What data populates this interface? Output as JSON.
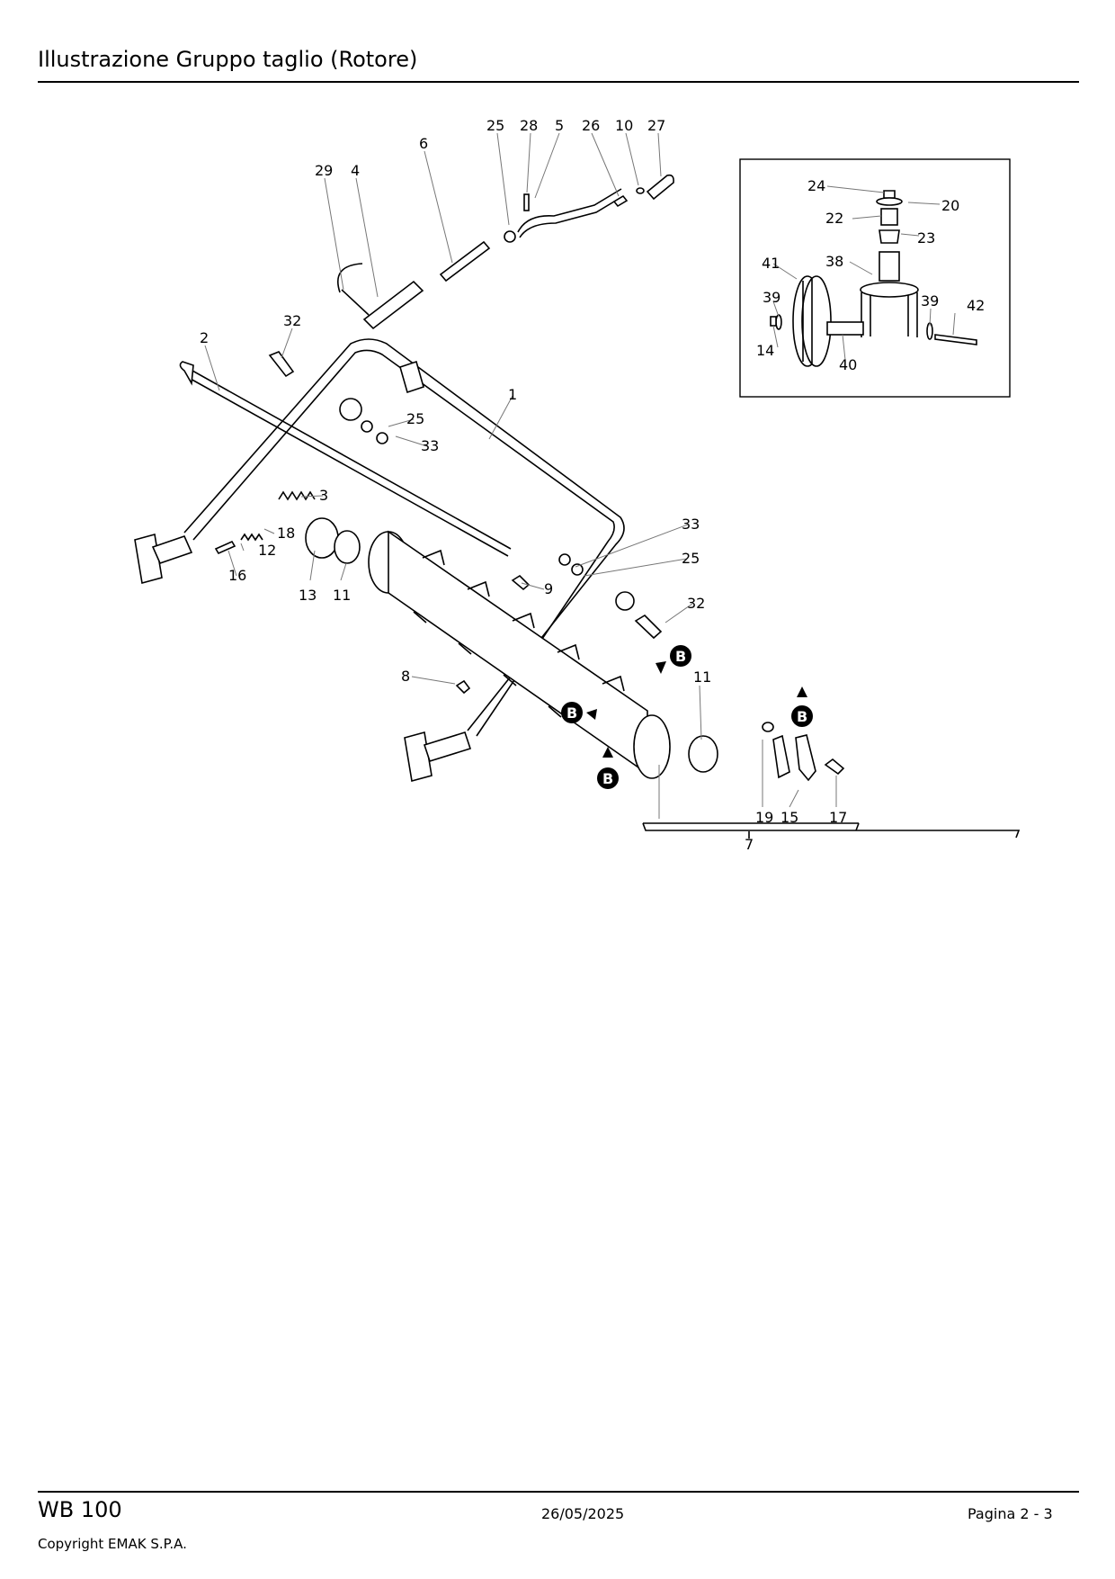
{
  "header": {
    "title": "Illustrazione  Gruppo taglio (Rotore)"
  },
  "diagram": {
    "ref_marker": "B",
    "callouts": [
      {
        "label": "25"
      },
      {
        "label": "28"
      },
      {
        "label": "5"
      },
      {
        "label": "26"
      },
      {
        "label": "10"
      },
      {
        "label": "27"
      },
      {
        "label": "6"
      },
      {
        "label": "29"
      },
      {
        "label": "4"
      },
      {
        "label": "32"
      },
      {
        "label": "2"
      },
      {
        "label": "1"
      },
      {
        "label": "25"
      },
      {
        "label": "33"
      },
      {
        "label": "3"
      },
      {
        "label": "18"
      },
      {
        "label": "12"
      },
      {
        "label": "16"
      },
      {
        "label": "13"
      },
      {
        "label": "11"
      },
      {
        "label": "33"
      },
      {
        "label": "25"
      },
      {
        "label": "9"
      },
      {
        "label": "32"
      },
      {
        "label": "8"
      },
      {
        "label": "11"
      },
      {
        "label": "19"
      },
      {
        "label": "15"
      },
      {
        "label": "17"
      },
      {
        "label": "7"
      }
    ],
    "inset_callouts": [
      {
        "label": "24"
      },
      {
        "label": "20"
      },
      {
        "label": "22"
      },
      {
        "label": "23"
      },
      {
        "label": "41"
      },
      {
        "label": "38"
      },
      {
        "label": "39"
      },
      {
        "label": "39"
      },
      {
        "label": "42"
      },
      {
        "label": "14"
      },
      {
        "label": "40"
      }
    ]
  },
  "footer": {
    "model": "WB 100",
    "date": "26/05/2025",
    "page": "Pagina 2 - 3",
    "copyright": "Copyright EMAK S.P.A."
  }
}
